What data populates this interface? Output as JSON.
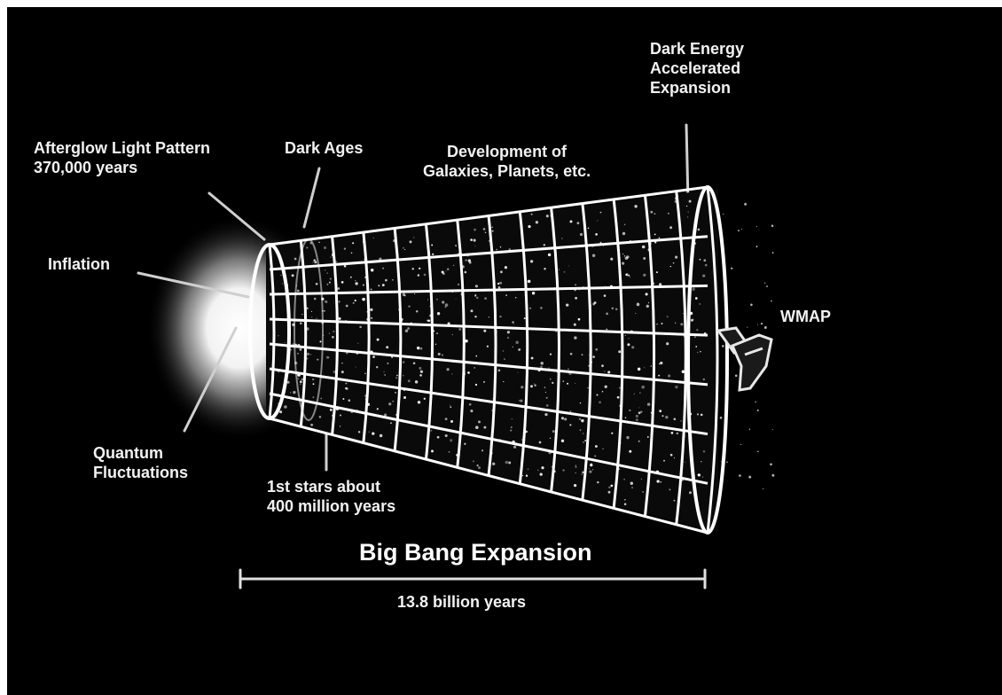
{
  "labels": {
    "afterglow": "Afterglow Light Pattern\n370,000 years",
    "dark_ages": "Dark Ages",
    "development": "Development of\nGalaxies, Planets, etc.",
    "dark_energy": "Dark Energy\nAccelerated\nExpansion",
    "inflation": "Inflation",
    "wmap": "WMAP",
    "quantum": "Quantum\nFluctuations",
    "first_stars": "1st stars about\n400 million years"
  },
  "timeline": {
    "title": "Big Bang Expansion",
    "duration": "13.8 billion years"
  },
  "colors": {
    "background": "#000000",
    "text": "#f2f2f2",
    "grid": "#ffffff"
  }
}
